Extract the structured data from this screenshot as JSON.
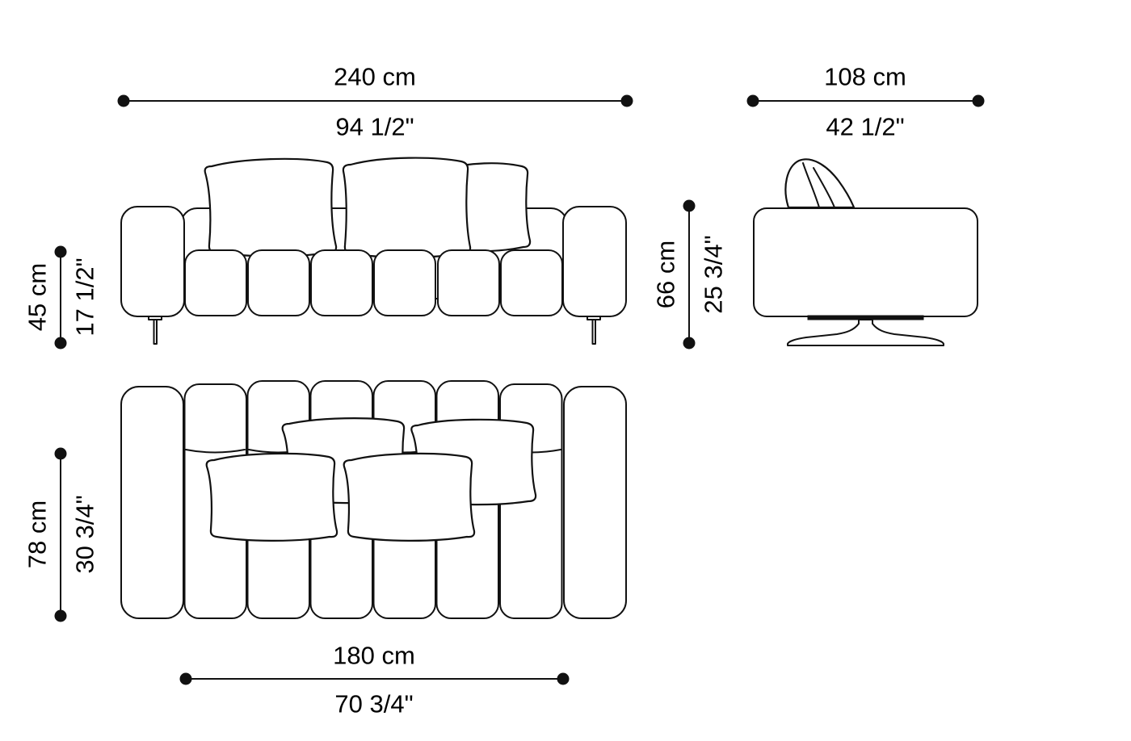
{
  "page": {
    "background": "#ffffff",
    "line_color": "#111111",
    "description": "Technical dimension drawing of a channel-tufted sofa: front elevation, side elevation and top plan views"
  },
  "dimensions": {
    "overall_width": {
      "cm": "240 cm",
      "inches": "94 1/2\""
    },
    "overall_depth": {
      "cm": "108 cm",
      "inches": "42 1/2\""
    },
    "seat_height": {
      "cm": "45 cm",
      "inches": "17 1/2\""
    },
    "overall_height": {
      "cm": "66 cm",
      "inches": "25 3/4\""
    },
    "plan_depth": {
      "cm": "78 cm",
      "inches": "30 3/4\""
    },
    "seat_width": {
      "cm": "180 cm",
      "inches": "70 3/4\""
    }
  }
}
